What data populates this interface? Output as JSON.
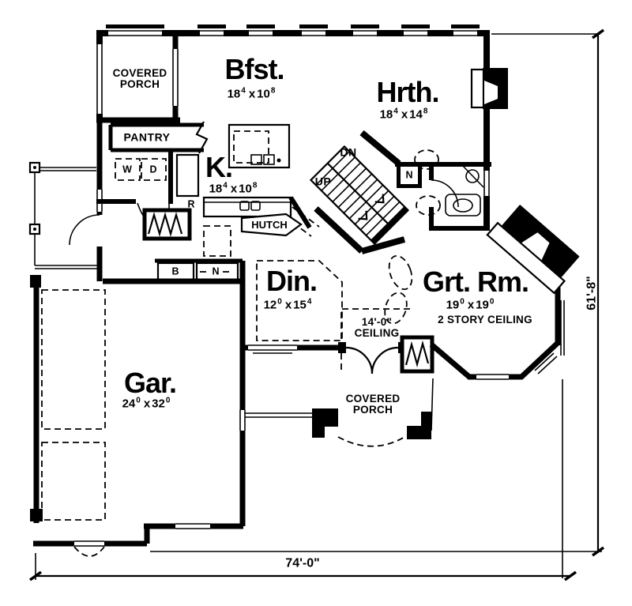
{
  "rooms": {
    "covered_porch_top": {
      "line1": "COVERED",
      "line2": "PORCH"
    },
    "pantry": {
      "name": "PANTRY"
    },
    "bfst": {
      "name": "Bfst.",
      "dim": {
        "v1": "18",
        "s1": "4",
        "sep": "x",
        "v2": "10",
        "s2": "8"
      }
    },
    "hrth": {
      "name": "Hrth.",
      "dim": {
        "v1": "18",
        "s1": "4",
        "sep": "x",
        "v2": "14",
        "s2": "8"
      }
    },
    "kitchen": {
      "name": "K.",
      "dim": {
        "v1": "18",
        "s1": "4",
        "sep": "x",
        "v2": "10",
        "s2": "8"
      }
    },
    "dining": {
      "name": "Din.",
      "dim": {
        "v1": "12",
        "s1": "0",
        "sep": "x",
        "v2": "15",
        "s2": "4"
      }
    },
    "great_room": {
      "name": "Grt. Rm.",
      "dim": {
        "v1": "19",
        "s1": "0",
        "sep": "x",
        "v2": "19",
        "s2": "0"
      },
      "note": "2 STORY CEILING"
    },
    "garage": {
      "name": "Gar.",
      "dim": {
        "v1": "24",
        "s1": "0",
        "sep": "x",
        "v2": "32",
        "s2": "0"
      }
    },
    "covered_porch_bottom": {
      "line1": "COVERED",
      "line2": "PORCH"
    },
    "foyer": {
      "ceiling_line1": "14'-0\"",
      "ceiling_line2": "CEILING"
    },
    "hutch": {
      "name": "HUTCH"
    }
  },
  "markers": {
    "washer": "W",
    "dryer": "D",
    "refrigerator": "R",
    "bench": "B",
    "niche_hall": "N",
    "niche_stairs": "N",
    "stairs_down": "DN",
    "stairs_up": "UP"
  },
  "dimensions": {
    "overall_width": "74'-0\"",
    "overall_height": "61'-8\""
  },
  "colors": {
    "ink": "#000000",
    "paper": "#ffffff"
  }
}
